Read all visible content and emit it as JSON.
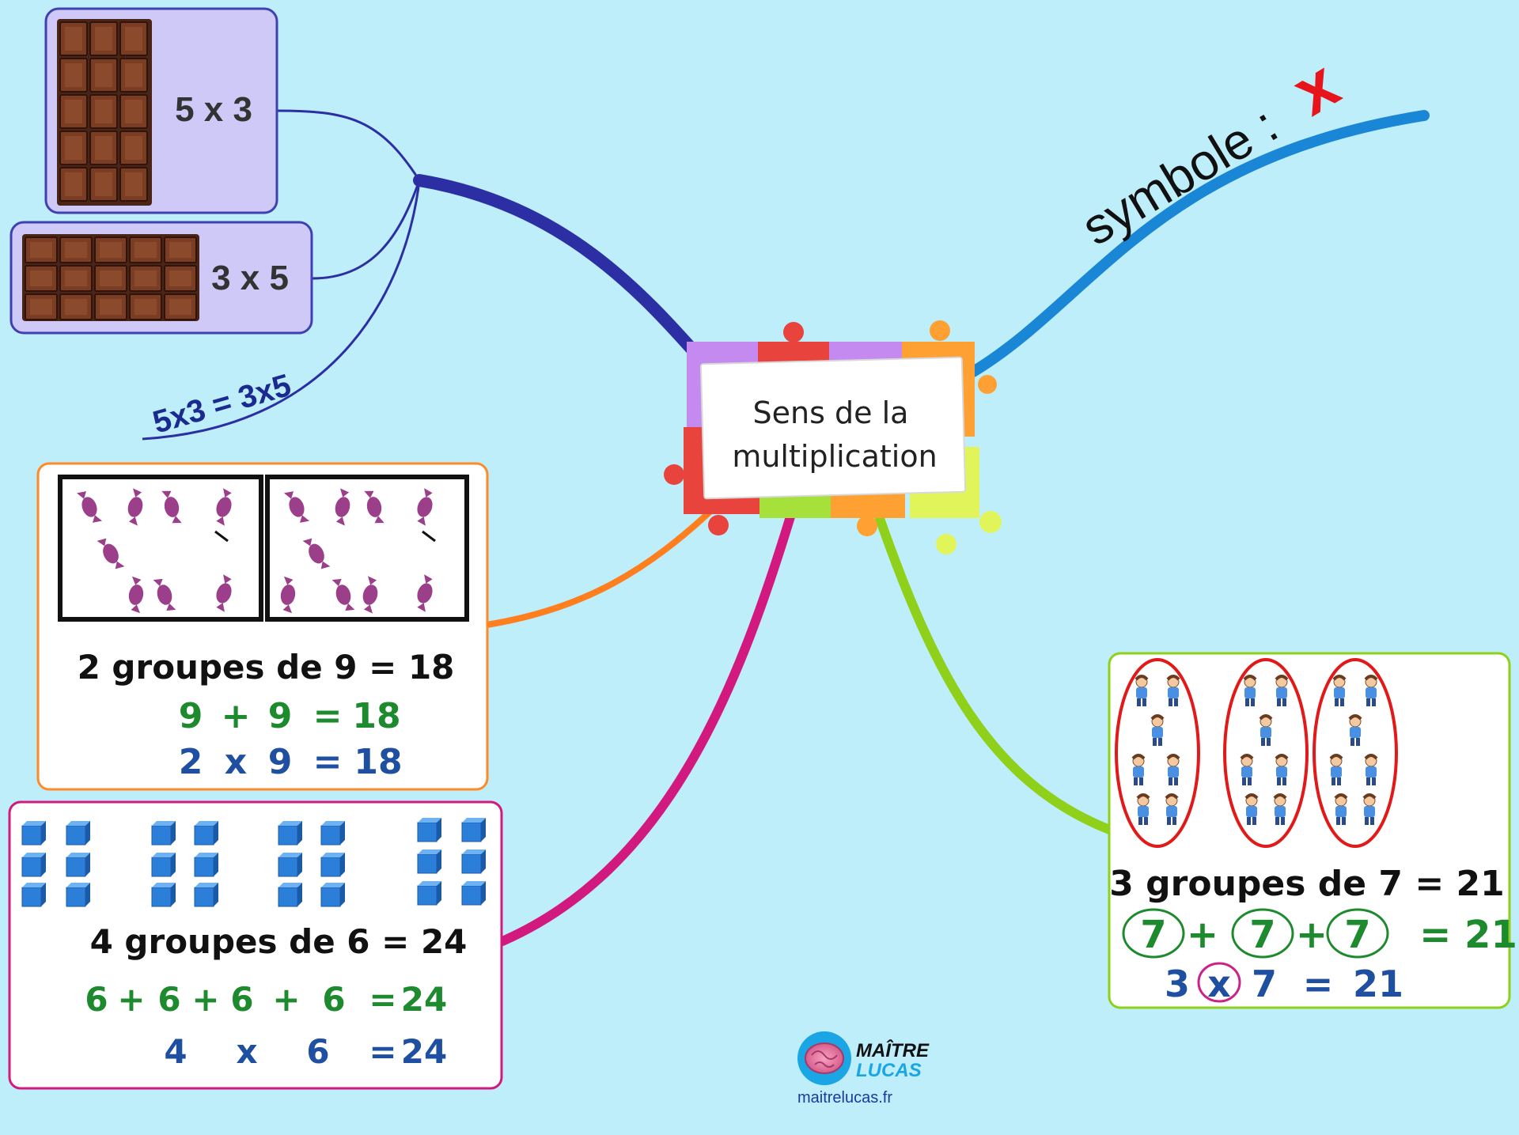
{
  "center": {
    "line1": "Sens de la",
    "line2": "multiplication"
  },
  "symbol_branch": {
    "label": "symbole : ",
    "symbol": "x"
  },
  "commutativity": {
    "card_vertical_label": "5 x 3",
    "card_horizontal_label": "3 x 5",
    "equality": "5x3 = 3x5"
  },
  "candy_card": {
    "title": "2 groupes de  9 = 18",
    "addition": [
      "9",
      "+",
      "9",
      "=",
      "18"
    ],
    "multiplication": [
      "2",
      "x",
      "9",
      "=",
      "18"
    ]
  },
  "cubes_card": {
    "title": "4 groupes de 6 = 24",
    "addition": [
      "6",
      "+",
      "6",
      "+",
      "6",
      "+",
      "6",
      "=",
      "24"
    ],
    "multiplication": [
      "4",
      "x",
      "6",
      "=",
      "24"
    ]
  },
  "people_card": {
    "title": "3 groupes de 7 = 21",
    "addition": [
      "7",
      "+",
      "7",
      "+",
      "7",
      "= 21"
    ],
    "multiplication": [
      "3",
      "x",
      "7",
      "=",
      "21"
    ]
  },
  "logo": {
    "line1": "MAÎTRE",
    "line2": "LUCAS",
    "url": "maitrelucas.fr"
  },
  "colors": {
    "background": "#bfeefb",
    "branch_navy": "#2b2fa3",
    "branch_blue": "#1a86d6",
    "branch_orange": "#ff7f1e",
    "branch_magenta": "#d1197f",
    "branch_green": "#8fd11a",
    "green_text": "#1e8a2e",
    "blue_text": "#1f4fa0",
    "red_symbol": "#e8141b"
  },
  "icons": [
    "chocolate-bar-icon",
    "candy-icon",
    "cube-icon",
    "child-icon",
    "puzzle-icon",
    "brain-icon"
  ]
}
